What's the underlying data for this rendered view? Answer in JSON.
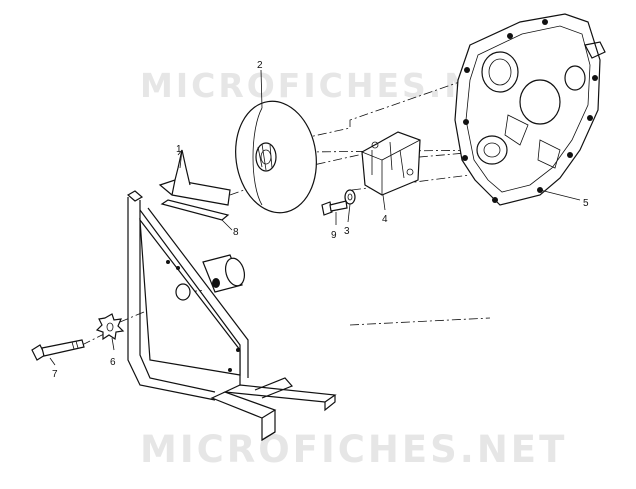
{
  "watermark": {
    "top": "MICROFICHES.NET",
    "bottom": "MICROFICHES.NET"
  },
  "callouts": [
    {
      "id": "c1",
      "text": "1"
    },
    {
      "id": "c2",
      "text": "2"
    },
    {
      "id": "c3",
      "text": "3"
    },
    {
      "id": "c4",
      "text": "4"
    },
    {
      "id": "c5",
      "text": "5"
    },
    {
      "id": "c6",
      "text": "6"
    },
    {
      "id": "c7",
      "text": "7"
    },
    {
      "id": "c8",
      "text": "8"
    },
    {
      "id": "c9",
      "text": "9"
    }
  ]
}
